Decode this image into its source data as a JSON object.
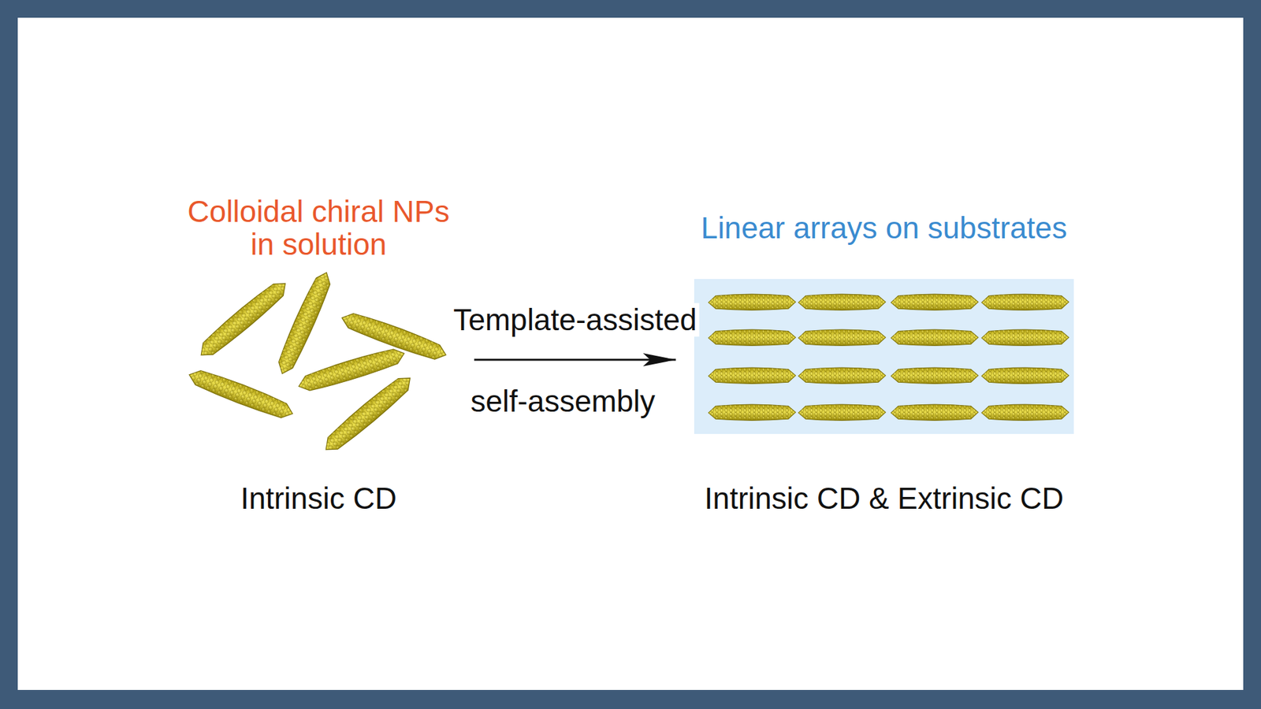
{
  "diagram": {
    "nodes": [
      {
        "text": [
          "Colloidal chiral NPs in solution",
          "Intrinsic CD"
        ]
      },
      {
        "text": [
          "Linear arrays on substrates",
          "Intrinsic CD & Extrinsic CD"
        ]
      }
    ],
    "edges": [
      {
        "from": 0,
        "to": 1,
        "arrow": "to",
        "label": "Template-assisted"
      }
    ],
    "labels": [
      "self-assembly"
    ]
  }
}
